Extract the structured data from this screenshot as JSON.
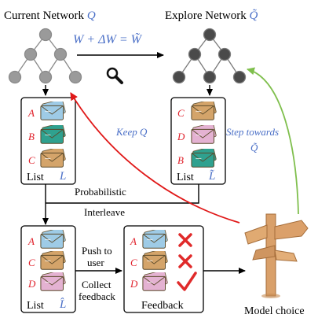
{
  "current_network": {
    "label": "Current Network",
    "symbol": "Q"
  },
  "explore_network": {
    "label": "Explore Network",
    "symbol": "Q̃"
  },
  "update_equation": "W + ΔW = W̃",
  "left_list": {
    "items": [
      {
        "letter": "A",
        "color": "#9ecbe6"
      },
      {
        "letter": "B",
        "color": "#2fa18f"
      },
      {
        "letter": "C",
        "color": "#d4a46a"
      }
    ],
    "caption": "List",
    "symbol": "L"
  },
  "right_list": {
    "items": [
      {
        "letter": "C",
        "color": "#d4a46a"
      },
      {
        "letter": "D",
        "color": "#e4b2d2"
      },
      {
        "letter": "B",
        "color": "#2fa18f"
      }
    ],
    "caption": "List",
    "symbol": "L̃"
  },
  "keep_label": "Keep Q",
  "step_label_1": "Step towards",
  "step_label_2": "Q̃",
  "interleave_label_1": "Probabilistic",
  "interleave_label_2": "Interleave",
  "interleaved_list": {
    "items": [
      {
        "letter": "A",
        "color": "#9ecbe6"
      },
      {
        "letter": "C",
        "color": "#d4a46a"
      },
      {
        "letter": "D",
        "color": "#e4b2d2"
      }
    ],
    "caption": "List",
    "symbol": "L̂"
  },
  "push_label_1": "Push to",
  "push_label_2": "user",
  "collect_label_1": "Collect",
  "collect_label_2": "feedback",
  "feedback_list": {
    "items": [
      {
        "letter": "A",
        "color": "#9ecbe6",
        "mark": "cross"
      },
      {
        "letter": "C",
        "color": "#d4a46a",
        "mark": "cross"
      },
      {
        "letter": "D",
        "color": "#e4b2d2",
        "mark": "check"
      }
    ],
    "caption": "Feedback"
  },
  "model_choice_label": "Model choice",
  "colors": {
    "text_blue": "#4a6fc7",
    "letter_red": "#e0202a",
    "arrow_red": "#e01818",
    "arrow_green": "#7fbf4d",
    "current_node": "#9a9a9a",
    "explore_node": "#4a4a4a",
    "signpost": "#d9a06a"
  }
}
